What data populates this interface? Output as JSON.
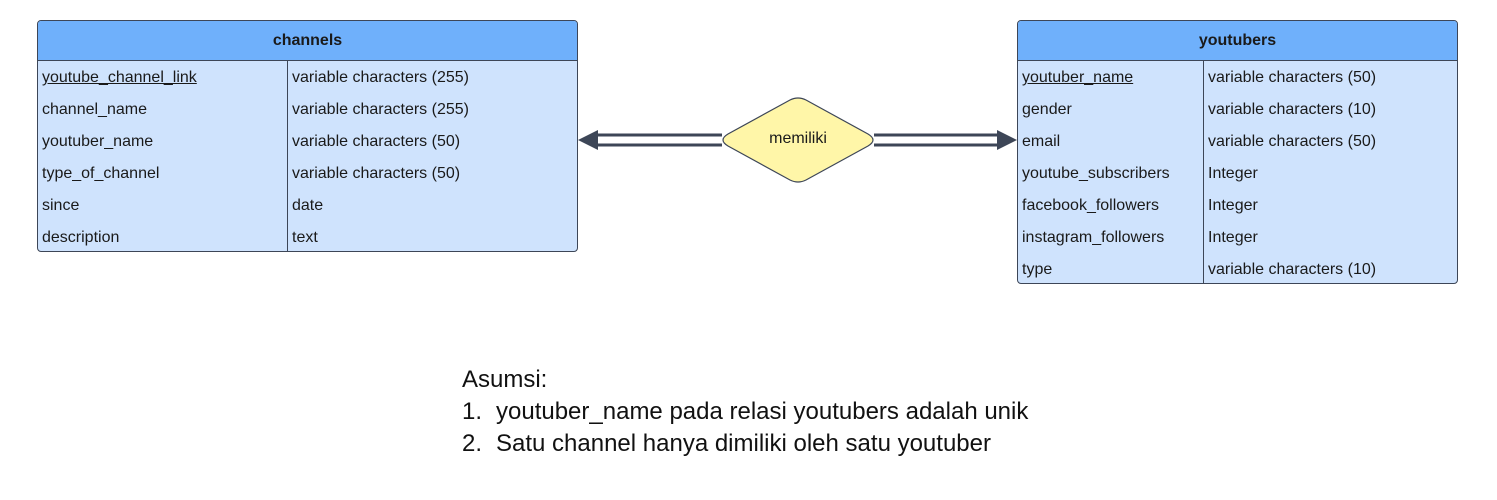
{
  "entities": {
    "channels": {
      "title": "channels",
      "attributes": [
        {
          "name": "youtube_channel_link",
          "type": "variable characters (255)",
          "primary_key": true
        },
        {
          "name": "channel_name",
          "type": "variable characters (255)",
          "primary_key": false
        },
        {
          "name": "youtuber_name",
          "type": "variable characters (50)",
          "primary_key": false
        },
        {
          "name": "type_of_channel",
          "type": "variable characters (50)",
          "primary_key": false
        },
        {
          "name": "since",
          "type": "date",
          "primary_key": false
        },
        {
          "name": "description",
          "type": "text",
          "primary_key": false
        }
      ]
    },
    "youtubers": {
      "title": "youtubers",
      "attributes": [
        {
          "name": "youtuber_name",
          "type": "variable characters (50)",
          "primary_key": true
        },
        {
          "name": "gender",
          "type": "variable characters (10)",
          "primary_key": false
        },
        {
          "name": "email",
          "type": "variable characters (50)",
          "primary_key": false
        },
        {
          "name": "youtube_subscribers",
          "type": "Integer",
          "primary_key": false
        },
        {
          "name": "facebook_followers",
          "type": "Integer",
          "primary_key": false
        },
        {
          "name": "instagram_followers",
          "type": "Integer",
          "primary_key": false
        },
        {
          "name": "type",
          "type": "variable characters (10)",
          "primary_key": false
        }
      ]
    }
  },
  "relationship": {
    "label": "memiliki"
  },
  "notes": {
    "title": "Asumsi:",
    "items": [
      {
        "number": "1.",
        "text": "youtuber_name pada relasi youtubers adalah unik"
      },
      {
        "number": "2.",
        "text": "Satu channel hanya dimiliki oleh satu youtuber"
      }
    ]
  },
  "colors": {
    "header": "#6fb0fb",
    "body": "#cfe3fd",
    "border": "#3d4657",
    "relationship_fill": "#fff6a8",
    "connector": "#3d4657"
  }
}
